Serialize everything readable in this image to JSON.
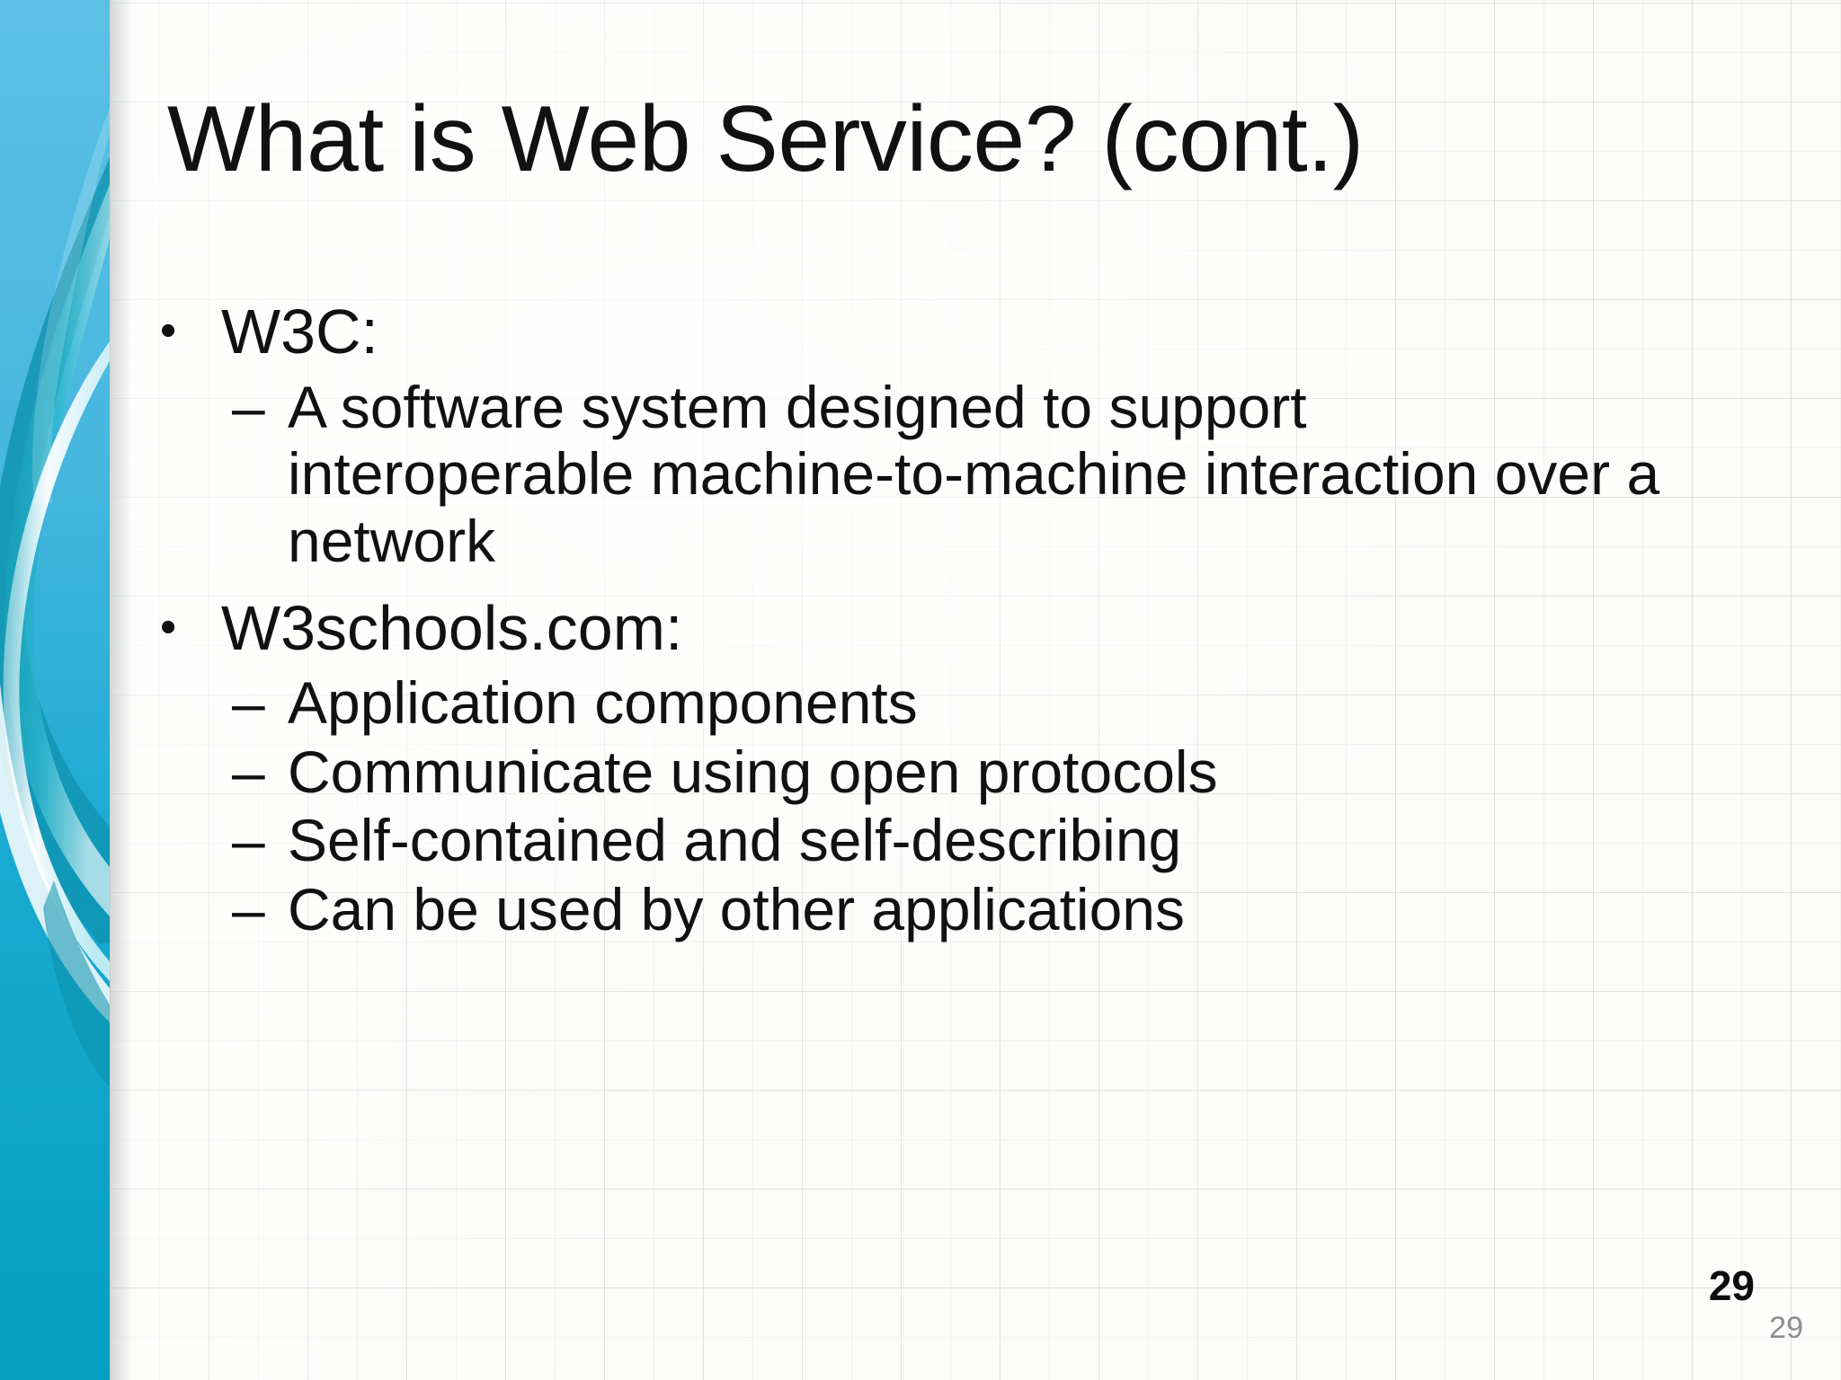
{
  "slide": {
    "title": "What is Web Service? (cont.)",
    "page_number": "29",
    "page_number_footer": "29",
    "bullet_marker": "•",
    "dash_marker": "–",
    "content": [
      {
        "level": 1,
        "text": "W3C:"
      },
      {
        "level": 2,
        "text": "A software system designed to support interoperable machine-to-machine interaction over a network"
      },
      {
        "level": 1,
        "text": "W3schools.com:"
      },
      {
        "level": 2,
        "text": "Application components"
      },
      {
        "level": 2,
        "text": "Communicate using open protocols"
      },
      {
        "level": 2,
        "text": "Self-contained and self-describing"
      },
      {
        "level": 2,
        "text": "Can be used by other applications"
      }
    ]
  },
  "theme": {
    "sidebar_top_color": "#56BDE2",
    "sidebar_bottom_color": "#08A5C6",
    "ribbon_teal": "#0E9BB4",
    "ribbon_light": "#BFE9EE",
    "text_color": "#111111",
    "page_number_color": "#0D0D0D",
    "page_number_footer_color": "#8D8D8D",
    "paper_color": "#FCFCFA",
    "grid_line_color": "#B2B9B4"
  }
}
